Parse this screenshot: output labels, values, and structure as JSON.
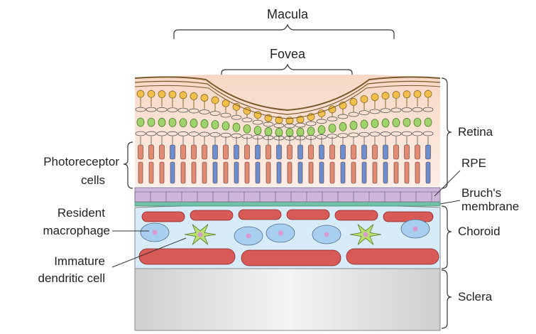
{
  "labels": {
    "macula": "Macula",
    "fovea": "Fovea",
    "retina": "Retina",
    "rpe": "RPE",
    "bruchs_line1": "Bruch's",
    "bruchs_line2": "membrane",
    "choroid": "Choroid",
    "sclera": "Sclera",
    "photoreceptor_line1": "Photoreceptor",
    "photoreceptor_line2": "cells",
    "resident_line1": "Resident",
    "resident_line2": "macrophage",
    "immature_line1": "Immature",
    "immature_line2": "dendritic cell"
  },
  "colors": {
    "retina_bg": "#fbe3d6",
    "ganglion_cell": "#f2c04a",
    "bipolar_cell": "#9fd36b",
    "photoreceptor_rod": "#e38a72",
    "photoreceptor_cone": "#6d8fcf",
    "rpe": "#cdb6da",
    "bruchs": "#6fc1a7",
    "choroid_bg": "#d7ecf8",
    "vessel": "#d85a56",
    "macrophage": "#a9cff0",
    "dendritic": "#b8e06c",
    "sclera": "#e6e6e6",
    "line": "#333333"
  }
}
